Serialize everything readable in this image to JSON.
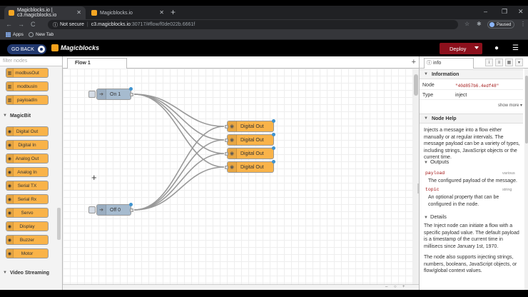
{
  "browser": {
    "tabs": [
      {
        "title": "Magicblocks.io | c3.magicblocks.io",
        "active": true
      },
      {
        "title": "Magicblocks.io",
        "active": false
      }
    ],
    "new_tab": "+",
    "window_controls": [
      "–",
      "❐",
      "✕"
    ],
    "nav": {
      "back": "←",
      "forward": "→",
      "reload": "C"
    },
    "security_label": "Not secure",
    "url_host": "c3.magicblocks.io",
    "url_path": ":30717/#flow/f0de022b.6661f",
    "profile_label": "Paused",
    "bookmarks": [
      {
        "label": "Apps"
      },
      {
        "label": "New Tab"
      }
    ]
  },
  "header": {
    "go_back": "GO BACK",
    "logo": "Magicblocks",
    "deploy": "Deploy"
  },
  "palette": {
    "filter_placeholder": "filter nodes",
    "top_nodes": [
      "modbusOut",
      "modbusIn",
      "payloadIn"
    ],
    "category": "MagicBit",
    "nodes": [
      "Digital Out",
      "Digital In",
      "Analog Out",
      "Analog In",
      "Serial TX",
      "Serial Rx",
      "Servo",
      "Display",
      "Buzzer",
      "Motor"
    ],
    "category2": "Video Streaming"
  },
  "workspace": {
    "tab": "Flow 1",
    "add": "+",
    "inject_nodes": [
      {
        "label": "On 1"
      },
      {
        "label": "Off 0"
      }
    ],
    "output_nodes": [
      {
        "label": "Digital Out"
      },
      {
        "label": "Digital Out"
      },
      {
        "label": "Digital Out"
      },
      {
        "label": "Digital Out"
      }
    ],
    "footer": {
      "zoom_out": "–",
      "zoom_reset": "○",
      "zoom_in": "+"
    }
  },
  "sidebar": {
    "tab": "info",
    "information_heading": "Information",
    "props": [
      {
        "key": "Node",
        "value": "\"40d857b6.4edf48\""
      },
      {
        "key": "Type",
        "value": "inject"
      }
    ],
    "show_more": "show more ▾",
    "help_heading": "Node Help",
    "help_text": "Injects a message into a flow either manually or at regular intervals. The message payload can be a variety of types, including strings, JavaScript objects or the current time.",
    "outputs_heading": "Outputs",
    "outputs": [
      {
        "name": "payload",
        "type": "various",
        "desc": "The configured payload of the message."
      },
      {
        "name": "topic",
        "type": "string",
        "desc": "An optional property that can be configured in the node."
      }
    ],
    "details_heading": "Details",
    "details_1": "The Inject node can initiate a flow with a specific payload value. The default payload is a timestamp of the current time in millisecs since January 1st, 1970.",
    "details_2": "The node also supports injecting strings, numbers, booleans, JavaScript objects, or flow/global context values."
  },
  "colors": {
    "node_orange": "#f9b349",
    "inject_blue": "#a6bbcf",
    "deploy_red": "#8c101c",
    "goback_blue": "#21386e"
  }
}
